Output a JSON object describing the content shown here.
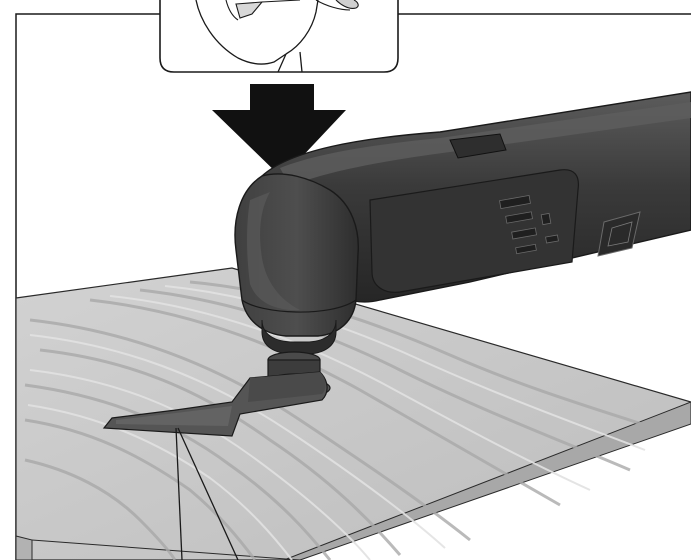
{
  "figure": {
    "colors": {
      "page": "#ffffff",
      "line": "#1a1a1a",
      "arrow": "#111111",
      "tool_body": "#3c3c3c",
      "tool_dark": "#262626",
      "tool_highlight": "#5a5a5a",
      "wood_top": "#c9c9c9",
      "wood_grain": "#b0b0b0",
      "wood_edge": "#a4a4a4",
      "blade": "#555555"
    },
    "icons": {
      "arrow": "down-arrow-icon",
      "tool": "multi-tool-illustration",
      "workpiece": "wood-board-illustration",
      "blade": "saw-blade-illustration",
      "inset": "detail-inset-illustration"
    }
  }
}
